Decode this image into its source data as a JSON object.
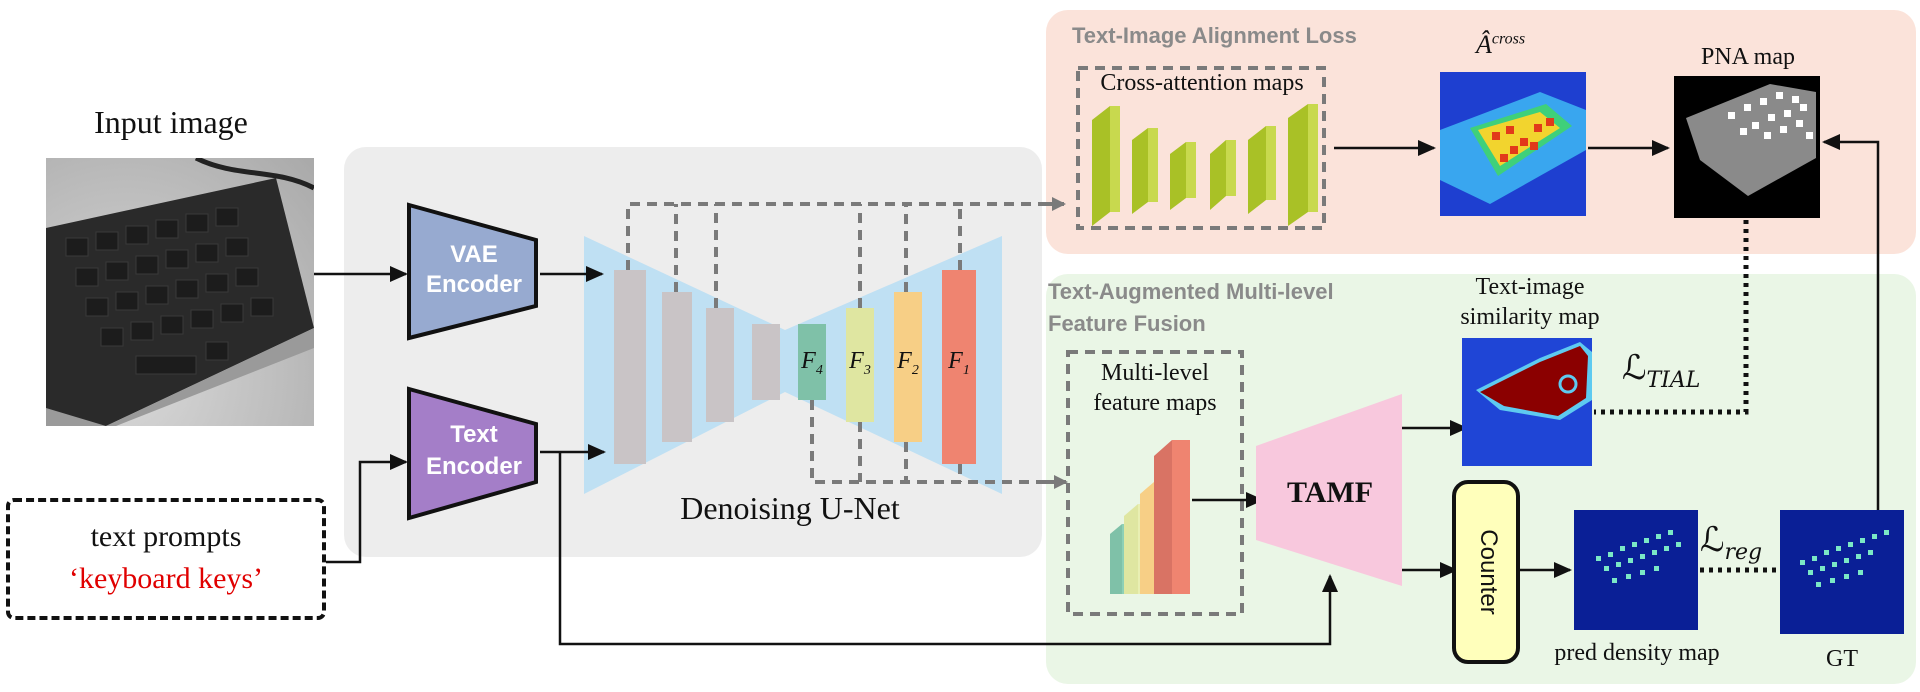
{
  "input_image": {
    "title": "Input image"
  },
  "text_prompt": {
    "line1": "text prompts",
    "line2": "‘keyboard keys’",
    "line2_color": "#e00000"
  },
  "encoders": {
    "vae": [
      "VAE",
      "Encoder"
    ],
    "text": [
      "Text",
      "Encoder"
    ]
  },
  "unet": {
    "label": "Denoising U-Net",
    "features": [
      "F4",
      "F3",
      "F2",
      "F1"
    ]
  },
  "alignment_section": {
    "title": "Text-Image Alignment Loss",
    "cross_attention_label": "Cross-attention maps",
    "a_cross_label": "Â",
    "a_cross_sup": "cross",
    "pna_label": "PNA map"
  },
  "fusion_section": {
    "title_line1": "Text-Augmented Multi-level",
    "title_line2": "Feature Fusion",
    "multilevel_label_line1": "Multi-level",
    "multilevel_label_line2": "feature maps",
    "similarity_label_line1": "Text-image",
    "similarity_label_line2": "similarity map",
    "tamf_label": "TAMF",
    "counter_label": "Counter",
    "pred_density_label": "pred density map",
    "gt_label": "GT"
  },
  "losses": {
    "tial": "TIAL",
    "reg": "reg",
    "symbol": "ℒ"
  },
  "colors": {
    "orange_panel": "#fbe3da",
    "green_panel": "#eaf6e6",
    "gray_panel": "#ededed",
    "vae": "#97aad0",
    "text_encoder": "#a47ec8",
    "unet_bg": "#bfe0f3",
    "unet_block": "#c9c4c6",
    "f4": "#7fc1a8",
    "f3": "#dfe6a1",
    "f2": "#f7cf86",
    "f1": "#ef8470",
    "tamf": "#f8c8dd",
    "counter": "#ffffbb",
    "cross_attention": "#a9c126"
  }
}
